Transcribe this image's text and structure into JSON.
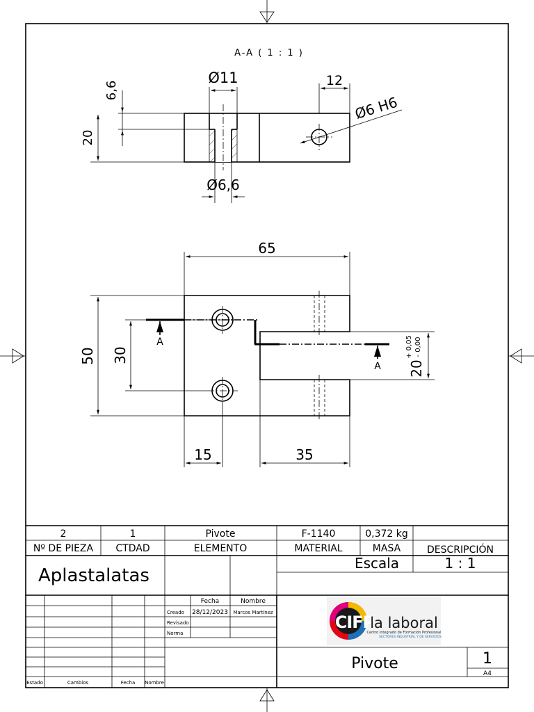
{
  "section": {
    "title": "A-A ( 1 : 1 )",
    "dim_thickness": "6,6",
    "dim_height": "20",
    "dim_cbore": "Ø11",
    "dim_offset": "12",
    "dim_pin": "Ø6 H6",
    "dim_hole": "Ø6,6"
  },
  "plan": {
    "dim_width": "65",
    "dim_height": "50",
    "dim_hole_spacing": "30",
    "dim_slot": "20",
    "dim_slot_tol_plus": "+ 0,05",
    "dim_slot_tol_minus": "- 0,00",
    "dim_left": "15",
    "dim_right": "35",
    "section_marker": "A"
  },
  "title_block": {
    "part_number": "2",
    "quantity": "1",
    "element": "Pivote",
    "material": "F-1140",
    "mass": "0,372 kg",
    "description": "",
    "hdr_part": "Nº DE PIEZA",
    "hdr_qty": "CTDAD",
    "hdr_element": "ELEMENTO",
    "hdr_material": "MATERIAL",
    "hdr_mass": "MASA",
    "hdr_desc": "DESCRIPCIÓN",
    "assembly": "Aplastalatas",
    "scale_label": "Escala",
    "scale_value": "1 : 1",
    "hdr_fecha": "Fecha",
    "hdr_nombre": "Nombre",
    "lbl_creado": "Creado",
    "lbl_revisado": "Revisado",
    "lbl_norma": "Norma",
    "created_date": "28/12/2023",
    "created_name": "Marcos Martínez",
    "lbl_estado": "Estado",
    "lbl_cambios": "Cambios",
    "lbl_fecha": "Fecha",
    "lbl_nombre": "Nombre",
    "drawing_title": "Pivote",
    "sheet_number": "1",
    "sheet_format": "A4"
  },
  "logo": {
    "cifp": "CIFP",
    "name": "la laboral",
    "line1": "Centro Integrado de Formación Profesional",
    "line2": "SECTORES INDUSTRIAL Y DE SERVICIOS",
    "colors": [
      "#f5b800",
      "#e2007a",
      "#1d71b8",
      "#e30613"
    ]
  }
}
